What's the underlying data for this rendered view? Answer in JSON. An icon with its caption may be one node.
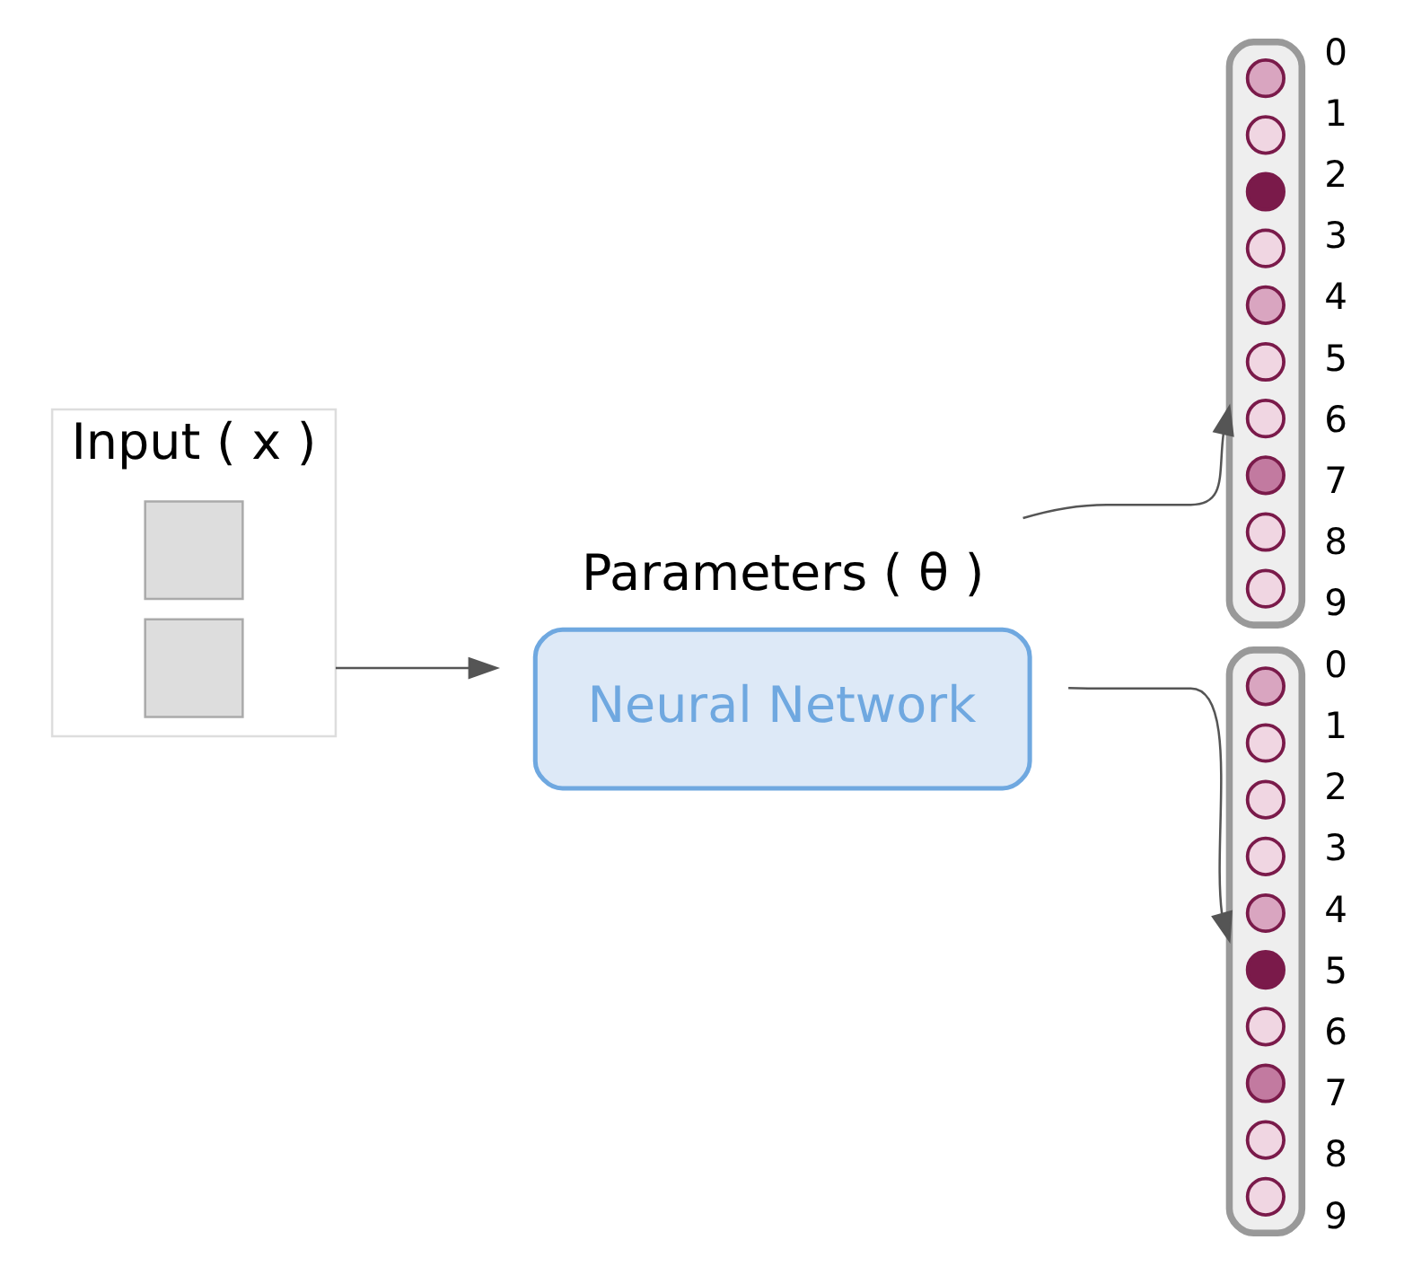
{
  "diagram": {
    "nodes": [
      {
        "text": [
          "Input ( x )"
        ]
      },
      {
        "text": [],
        "shape": "box",
        "in": 0
      },
      {
        "text": [],
        "shape": "box",
        "in": 0
      },
      {
        "text": [
          "Parameters ( θ )",
          "Neural Network"
        ]
      },
      {
        "text": [],
        "shape": "bar"
      },
      {
        "text": [],
        "shape": "circle",
        "in": 4,
        "beside": [
          "0"
        ]
      },
      {
        "text": [],
        "shape": "circle",
        "in": 4,
        "beside": [
          "1"
        ]
      },
      {
        "text": [],
        "shape": "circle",
        "in": 4,
        "beside": [
          "2"
        ]
      },
      {
        "text": [],
        "shape": "circle",
        "in": 4,
        "beside": [
          "3"
        ]
      },
      {
        "text": [],
        "shape": "circle",
        "in": 4,
        "beside": [
          "4"
        ]
      },
      {
        "text": [],
        "shape": "circle",
        "in": 4,
        "beside": [
          "5"
        ]
      },
      {
        "text": [],
        "shape": "circle",
        "in": 4,
        "beside": [
          "6"
        ]
      },
      {
        "text": [],
        "shape": "circle",
        "in": 4,
        "beside": [
          "7"
        ]
      },
      {
        "text": [],
        "shape": "circle",
        "in": 4,
        "beside": [
          "8"
        ]
      },
      {
        "text": [],
        "shape": "circle",
        "in": 4,
        "beside": [
          "9"
        ]
      },
      {
        "text": [],
        "shape": "bar"
      },
      {
        "text": [],
        "shape": "circle",
        "in": 15,
        "beside": [
          "0"
        ]
      },
      {
        "text": [],
        "shape": "circle",
        "in": 15,
        "beside": [
          "1"
        ]
      },
      {
        "text": [],
        "shape": "circle",
        "in": 15,
        "beside": [
          "2"
        ]
      },
      {
        "text": [],
        "shape": "circle",
        "in": 15,
        "beside": [
          "3"
        ]
      },
      {
        "text": [],
        "shape": "circle",
        "in": 15,
        "beside": [
          "4"
        ]
      },
      {
        "text": [],
        "shape": "circle",
        "in": 15,
        "beside": [
          "5"
        ]
      },
      {
        "text": [],
        "shape": "circle",
        "in": 15,
        "beside": [
          "6"
        ]
      },
      {
        "text": [],
        "shape": "circle",
        "in": 15,
        "beside": [
          "7"
        ]
      },
      {
        "text": [],
        "shape": "circle",
        "in": 15,
        "beside": [
          "8"
        ]
      },
      {
        "text": [],
        "shape": "circle",
        "in": 15,
        "beside": [
          "9"
        ]
      }
    ],
    "edges": [
      {
        "from": 0,
        "to": 3,
        "arrow": "to"
      },
      {
        "from": 3,
        "to": 4,
        "arrow": "to"
      },
      {
        "from": 3,
        "to": 15,
        "arrow": "to"
      }
    ]
  }
}
